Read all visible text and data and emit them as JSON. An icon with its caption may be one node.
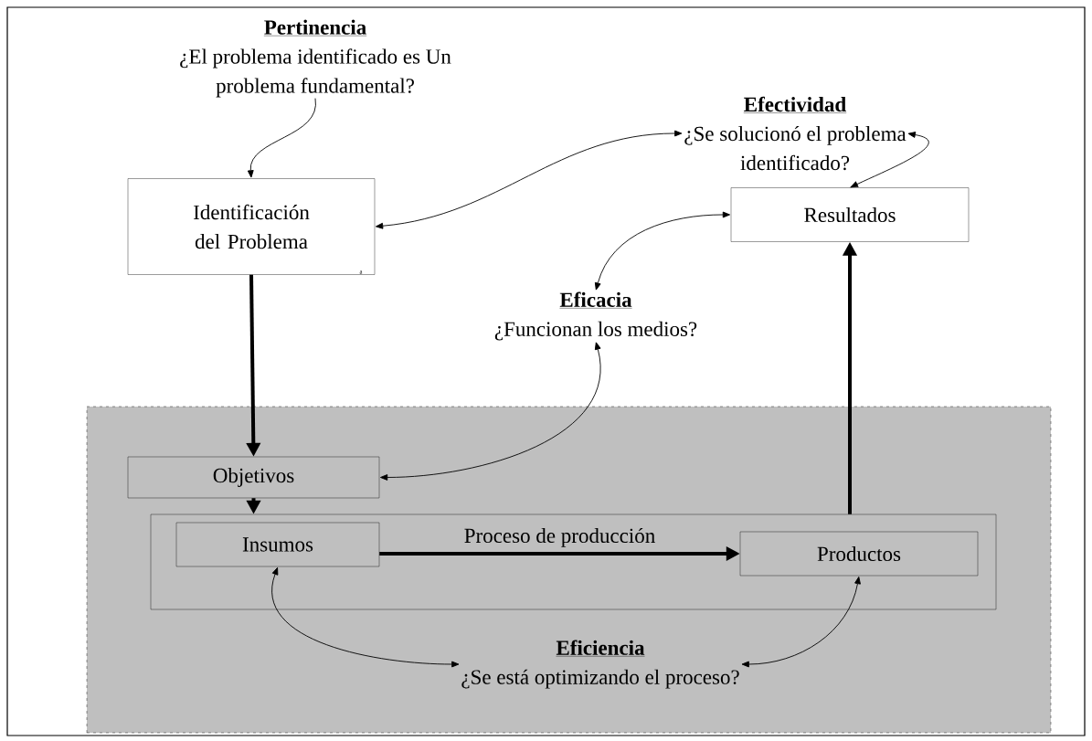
{
  "diagram": {
    "nodes": [
      {
        "text": [
          "Pertinencia",
          "¿El problema identificado es Un problema fundamental?"
        ]
      },
      {
        "text": [
          "Identificación del Problema"
        ]
      },
      {
        "text": [
          "Efectividad",
          "¿Se solucionó el problema identificado?"
        ]
      },
      {
        "text": [
          "Resultados"
        ]
      },
      {
        "text": [
          "Eficacia",
          "¿Funcionan los medios?"
        ]
      },
      {
        "text": [],
        "shape": "box"
      },
      {
        "text": [
          "Objetivos"
        ],
        "in": 5
      },
      {
        "text": [],
        "shape": "box",
        "in": 5
      },
      {
        "text": [
          "Insumos"
        ],
        "in": 7
      },
      {
        "text": [
          "Productos"
        ],
        "in": 7
      },
      {
        "text": [
          "Eficiencia",
          "¿Se está optimizando el proceso?"
        ],
        "in": 5
      }
    ],
    "edges": [
      {
        "from": 0,
        "to": 1,
        "arrow": "to"
      },
      {
        "from": 1,
        "to": 2,
        "arrow": "both"
      },
      {
        "from": 3,
        "to": 2,
        "arrow": "both"
      },
      {
        "from": 4,
        "to": 3,
        "arrow": "both"
      },
      {
        "from": 4,
        "to": 6,
        "arrow": "both"
      },
      {
        "from": 1,
        "to": 6,
        "arrow": "to",
        "style": "thick"
      },
      {
        "from": 6,
        "to": 7,
        "arrow": "to",
        "style": "thick"
      },
      {
        "from": 8,
        "to": 9,
        "arrow": "to",
        "style": "thick",
        "label": "Proceso de producción"
      },
      {
        "from": 7,
        "to": 3,
        "arrow": "to",
        "style": "thick"
      },
      {
        "from": 8,
        "to": 10,
        "arrow": "both"
      },
      {
        "from": 9,
        "to": 10,
        "arrow": "both"
      }
    ],
    "labels": [
      "a"
    ]
  }
}
